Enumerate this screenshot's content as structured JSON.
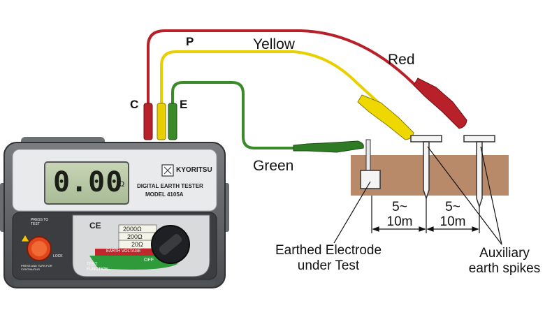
{
  "leads": {
    "red": "Red",
    "yellow": "Yellow",
    "green": "Green"
  },
  "terminals": {
    "c": "C",
    "p": "P",
    "e": "E"
  },
  "distances": [
    {
      "top": "5~",
      "bottom": "10m"
    },
    {
      "top": "5~",
      "bottom": "10m"
    }
  ],
  "captions": {
    "electrode_line1": "Earthed Electrode",
    "electrode_line2": "under Test",
    "spikes_line1": "Auxiliary",
    "spikes_line2": "earth spikes"
  },
  "device": {
    "display_value": "0.00",
    "display_unit": "Ω",
    "brand": "KYORITSU",
    "model_line1": "DIGITAL EARTH TESTER",
    "model_line2": "MODEL 4105A",
    "ce_mark": "CE",
    "ranges": [
      "2000Ω",
      "200Ω",
      "20Ω"
    ],
    "earth_voltage": "EARTH VOLTAGE",
    "off": "OFF",
    "test_function": "TEST FUNCTION",
    "press_to_test": "PRESS TO TEST",
    "lock": "LOCK",
    "press_and_turn": "PRESS AND TURN FOR CONTINUOUS"
  },
  "colors": {
    "red_lead": "#b8202a",
    "yellow_lead": "#e8d000",
    "green_lead": "#3a8a2a",
    "soil": "#b98a6a",
    "display": "#b9c9a8",
    "body": "#5a5d60"
  }
}
